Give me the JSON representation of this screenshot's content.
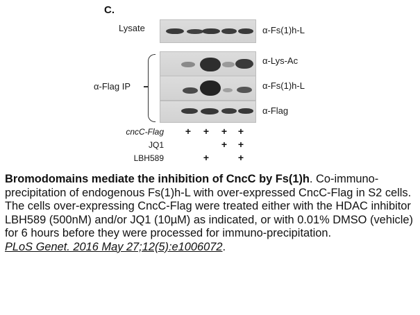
{
  "figure": {
    "panel_letter": "C.",
    "lysate_label": "Lysate",
    "ip_label": "α-Flag IP",
    "antibody_labels": [
      "α-Fs(1)h-L",
      "α-Lys-Ac",
      "α-Fs(1)h-L",
      "α-Flag"
    ],
    "conditions": [
      {
        "name": "cncC-Flag",
        "marks": [
          "+",
          "+",
          "+",
          "+"
        ]
      },
      {
        "name": "JQ1",
        "marks": [
          "",
          "",
          "+",
          "+"
        ]
      },
      {
        "name": "LBH589",
        "marks": [
          "",
          "+",
          "",
          "+"
        ]
      }
    ]
  },
  "caption": {
    "title": "Bromodomains mediate the inhibition of CncC by Fs(1)h",
    "title_end": ".",
    "body": "Co-immuno-precipitation of endogenous Fs(1)h-L with over-expressed CncC-Flag in S2 cells. The cells over-expressing CncC-Flag were treated either with the HDAC inhibitor LBH589 (500nM) and/or JQ1 (10µM) as indicated, or with 0.01% DMSO (vehicle) for 6 hours before they were processed for immuno-precipitation.",
    "citation": "PLoS Genet. 2016 May 27;12(5):e1006072",
    "citation_end": "."
  }
}
